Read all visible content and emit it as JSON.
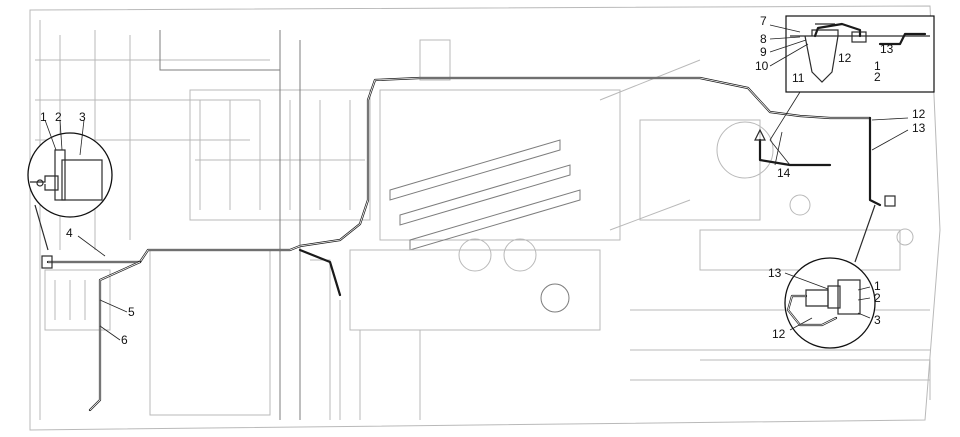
{
  "callouts": {
    "left_detail": [
      "1",
      "2",
      "3"
    ],
    "left_main": [
      "4",
      "5",
      "6"
    ],
    "top_right_detail": [
      "7",
      "8",
      "9",
      "10",
      "11",
      "12",
      "13",
      "1",
      "2"
    ],
    "right_main": [
      "12",
      "13",
      "14"
    ],
    "bottom_right_detail": [
      "13",
      "1",
      "2",
      "3",
      "12"
    ]
  },
  "colors": {
    "line_dark": "#1a1a1a",
    "line_faint": "#b9b9b9",
    "background": "#ffffff"
  }
}
